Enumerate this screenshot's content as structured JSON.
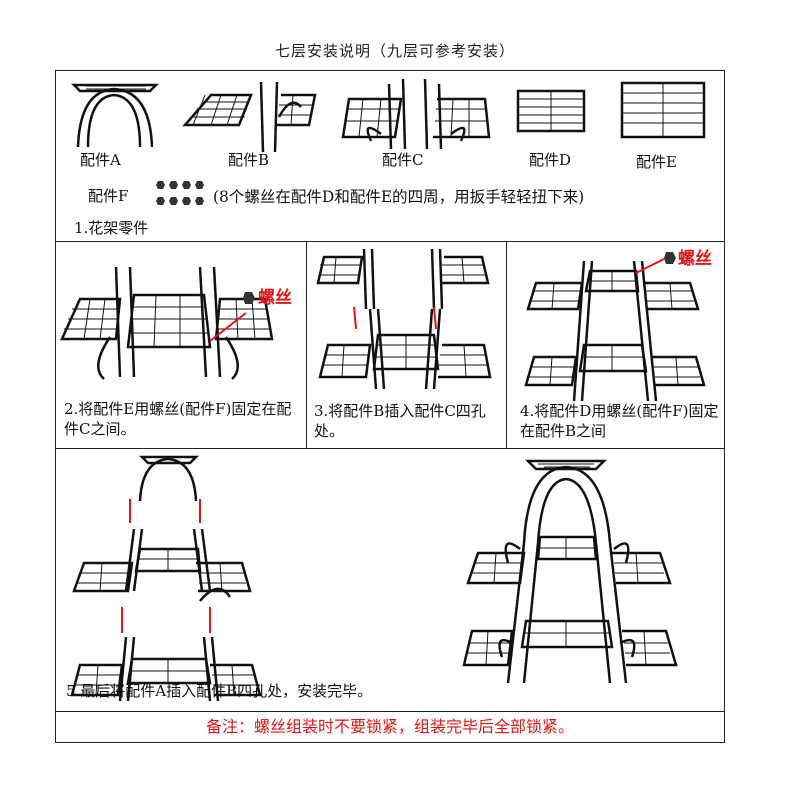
{
  "title": "七层安装说明（九层可参考安装）",
  "parts": {
    "a": "配件A",
    "b": "配件B",
    "c": "配件C",
    "d": "配件D",
    "e": "配件E",
    "f": "配件F",
    "f_note": "(8个螺丝在配件D和配件E的四周，用扳手轻轻扭下来)",
    "step1": "1.花架零件"
  },
  "steps": {
    "s2": "2.将配件E用螺丝(配件F)固定在配件C之间。",
    "s3": "3.将配件B插入配件C四孔处。",
    "s4": "4.将配件D用螺丝(配件F)固定在配件B之间",
    "s5": "5.最后将配件A插入配件B四孔处，安装完毕。"
  },
  "screw_label": "螺丝",
  "note": "备注：螺丝组装时不要锁紧，组装完毕后全部锁紧。",
  "colors": {
    "accent": "#e01616",
    "line": "#111111"
  }
}
